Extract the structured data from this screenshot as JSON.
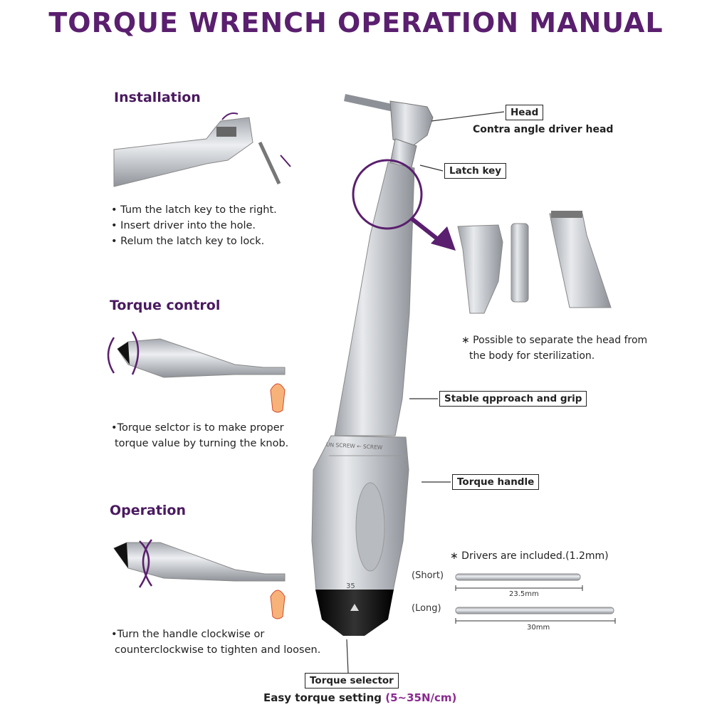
{
  "title": "TORQUE WRENCH OPERATION MANUAL",
  "sections": {
    "installation": {
      "heading": "Installation",
      "bullets": [
        "Tum the latch key to the right.",
        "Insert driver into the hole.",
        "Relum the latch key to lock."
      ]
    },
    "torque_control": {
      "heading": "Torque control",
      "bullets": [
        "Torque selctor is to make proper",
        "torque value by turning the knob."
      ]
    },
    "operation": {
      "heading": "Operation",
      "bullets": [
        "Turn the handle clockwise or",
        "counterclockwise to tighten and loosen."
      ]
    }
  },
  "labels": {
    "head": "Head",
    "head_desc": "Contra angle driver head",
    "latch_key": "Latch key",
    "stable": "Stable qpproach and grip",
    "torque_handle": "Torque handle",
    "torque_selector": "Torque selector",
    "easy_setting": "Easy torque setting",
    "easy_range": "(5~35N/cm)"
  },
  "notes": {
    "separate_line1": "∗ Possible to separate the head from",
    "separate_line2": "the body for sterilization.",
    "drivers": "∗ Drivers are included.(1.2mm)"
  },
  "drivers": {
    "short_label": "(Short)",
    "short_length": "23.5mm",
    "long_label": "(Long)",
    "long_length": "30mm"
  },
  "handle_text": {
    "direction": "UN SCREW ← SCREW",
    "scale": "35"
  },
  "colors": {
    "title": "#5a1f6e",
    "accent_purple": "#5a1f6e",
    "metal": "#c8cbd0",
    "selector": "#111111",
    "easy_range": "#8a2a90"
  },
  "icons": [
    "bullet-dot",
    "arrow-icon",
    "rotation-arrow-icon",
    "tooth-icon"
  ]
}
